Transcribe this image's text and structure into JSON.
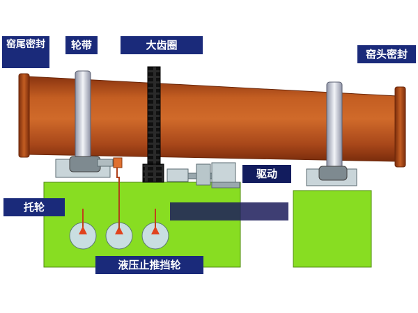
{
  "labels": {
    "kiln_tail_seal": "窑尾密封",
    "tire": "轮带",
    "girth_gear": "大齿圈",
    "kiln_head_seal": "窑头密封",
    "drive": "驱动",
    "support_roller": "托轮",
    "hydraulic_thrust_roller": "液压止推挡轮"
  },
  "colors": {
    "label_bg": "#1a2a7a",
    "kiln_shell": "#b5531c",
    "foundation": "#88dd22",
    "tire": "#c8ccd6",
    "machinery": "#c9d5d9",
    "indicator": "#e0431d"
  }
}
